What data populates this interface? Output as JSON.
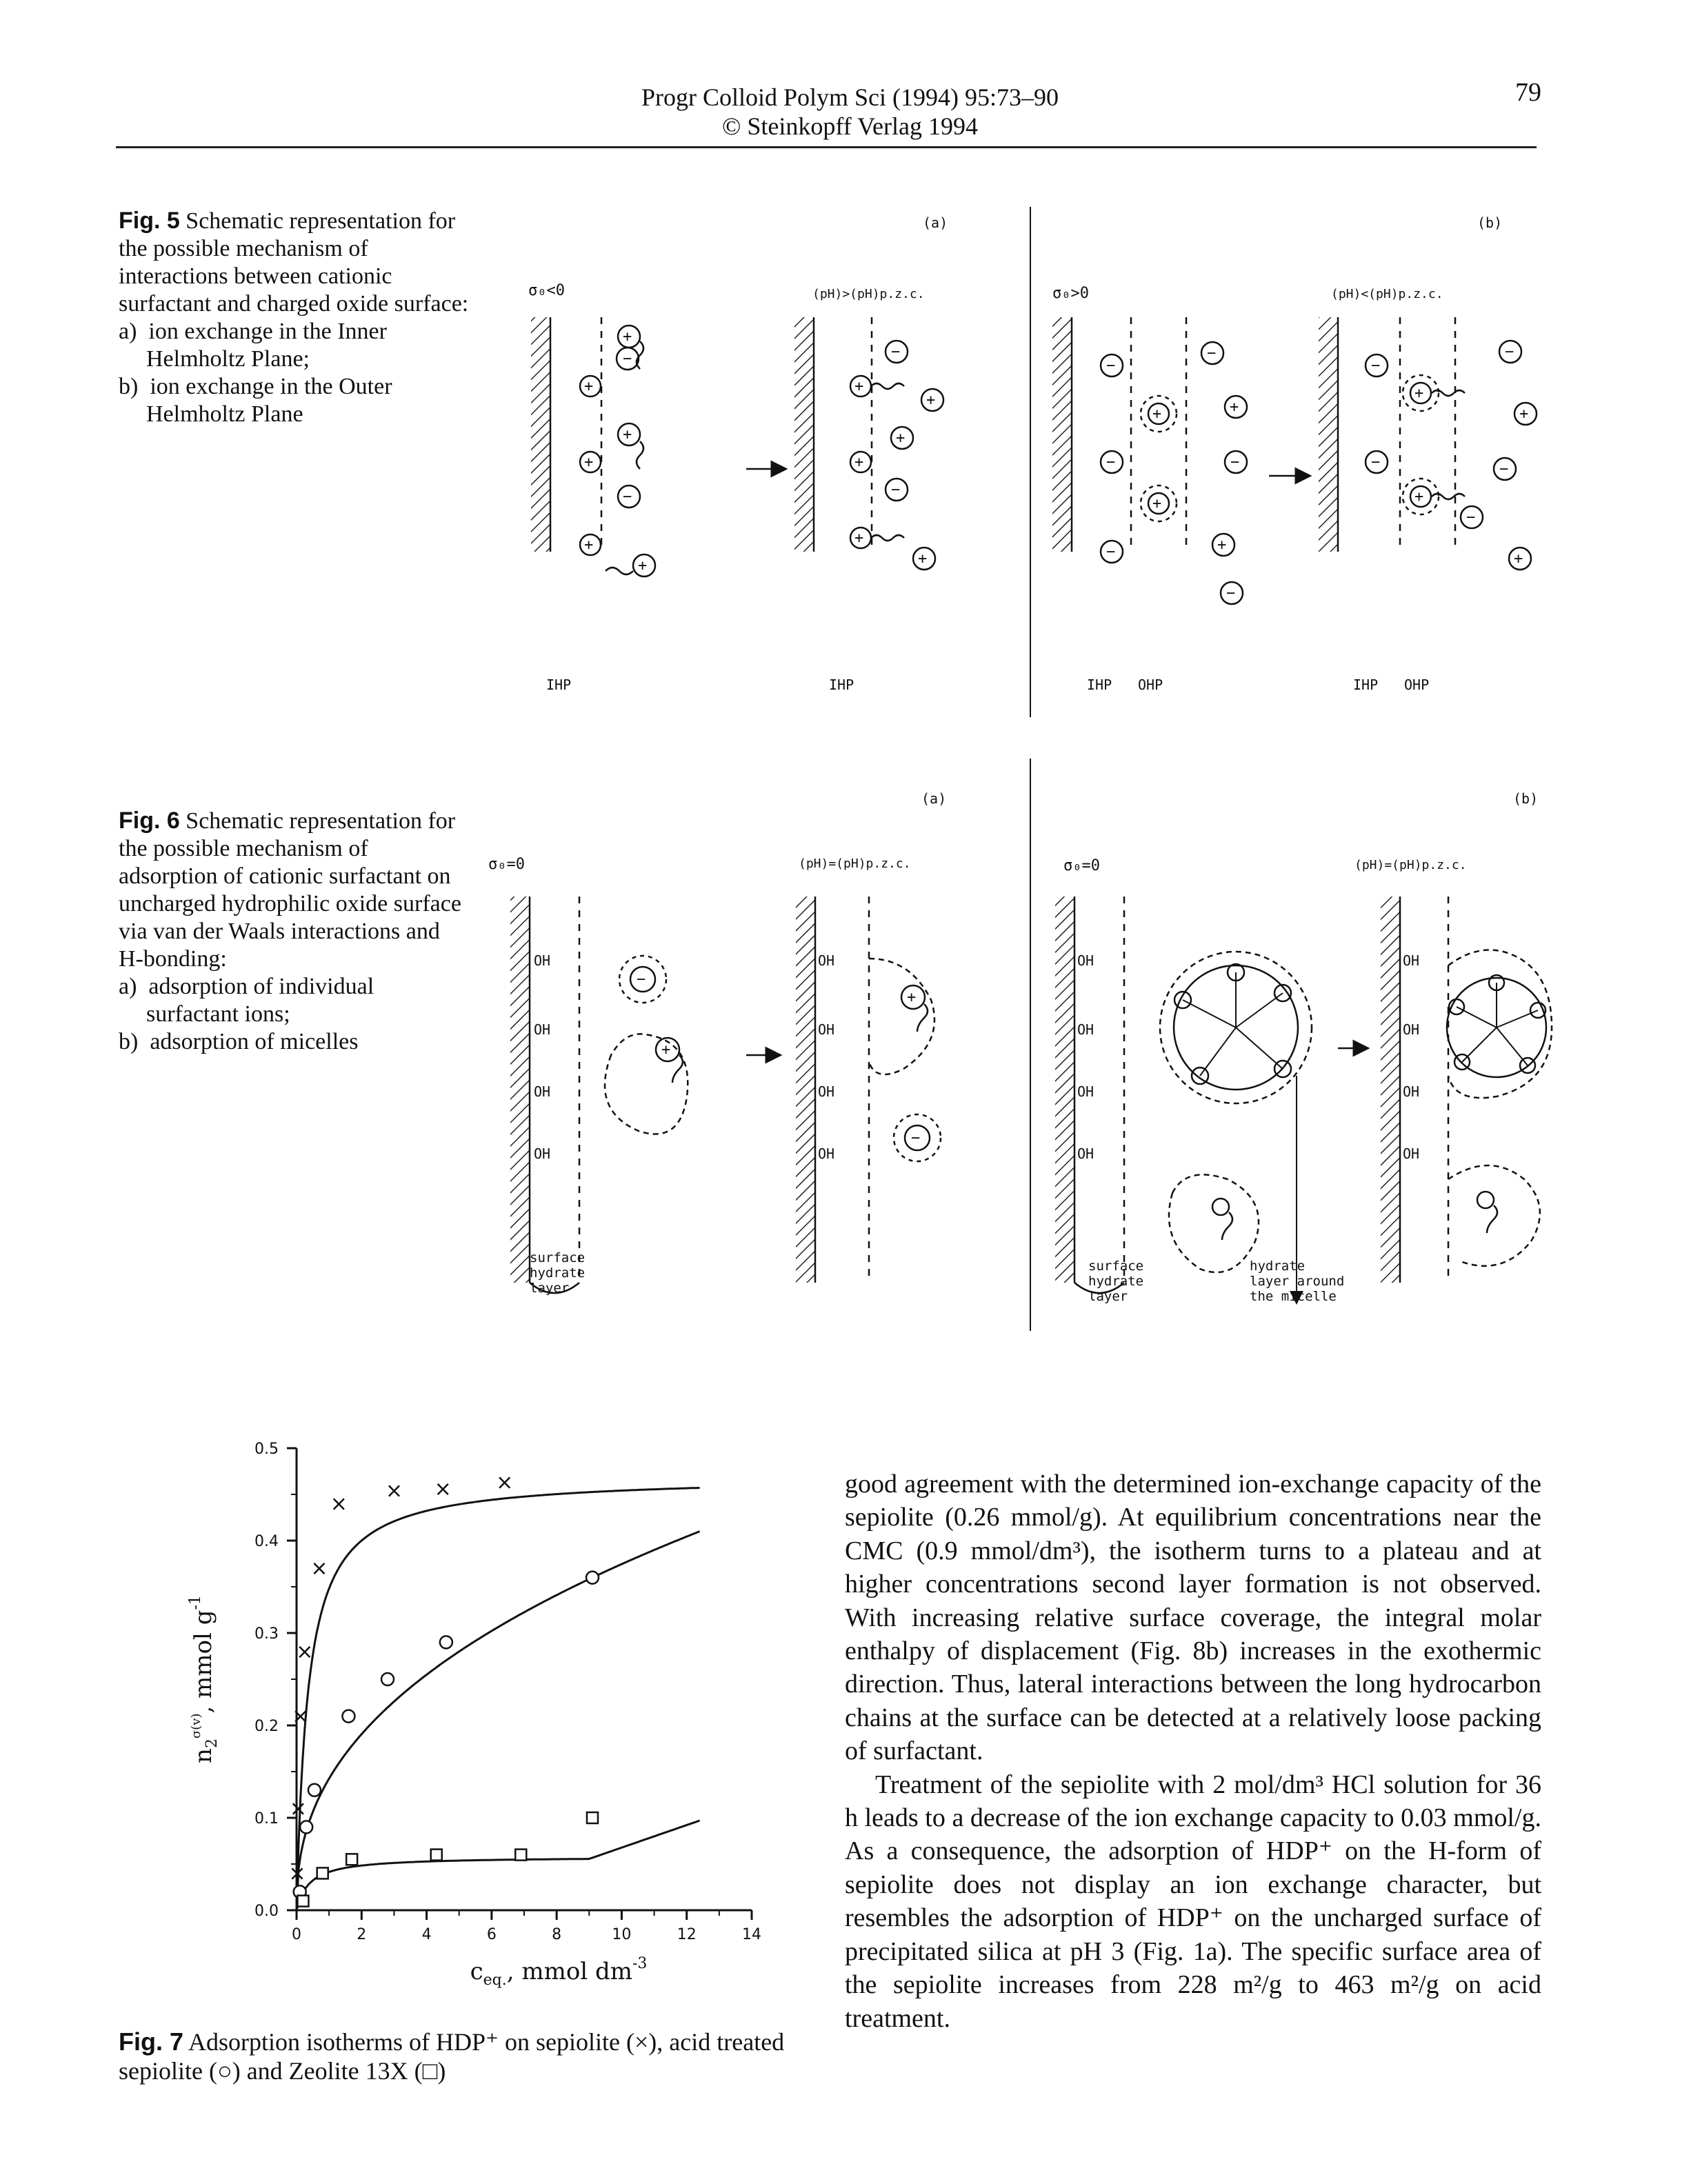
{
  "header": {
    "journal": "Progr Colloid Polym Sci (1994) 95:73–90",
    "copyright": "© Steinkopff Verlag 1994",
    "page_number": "79"
  },
  "fig5": {
    "label": "Fig. 5",
    "caption": "Schematic representation for the possible mechanism of interactions between cationic surfactant and charged oxide surface:",
    "items": [
      "a)  ion exchange in the Inner Helmholtz Plane;",
      "b)  ion exchange in the Outer Helmholtz Plane"
    ],
    "a_label": "(a)",
    "b_label": "(b)",
    "a_sigma": "σ₀<0",
    "a_condition": "(pH)>(pH)p.z.c.",
    "b_sigma": "σ₀>0",
    "b_condition": "(pH)<(pH)p.z.c.",
    "ihp": "IHP",
    "ohp": "OHP"
  },
  "fig6": {
    "label": "Fig. 6",
    "caption": "Schematic representation for the possible mechanism of adsorption of cationic surfactant on uncharged hydrophilic oxide surface via van der Waals interactions and H-bonding:",
    "items": [
      "a)  adsorption of individual surfactant ions;",
      "b)  adsorption of micelles"
    ],
    "a_label": "(a)",
    "b_label": "(b)",
    "sigma": "σ₀=0",
    "condition": "(pH)=(pH)p.z.c.",
    "oh": "OH",
    "surface_layer": [
      "surface",
      "hydrate",
      "layer"
    ],
    "micelle_layer": [
      "hydrate",
      "layer around",
      "the micelle"
    ]
  },
  "fig7": {
    "label": "Fig. 7",
    "caption": "Adsorption isotherms of HDP⁺ on sepiolite (×), acid treated sepiolite (○) and Zeolite 13X (□)"
  },
  "chart_data": {
    "type": "scatter",
    "xlabel": "c_eq., mmol dm^-3",
    "ylabel": "n2^σ(v), mmol g^-1",
    "xlim": [
      0,
      14
    ],
    "ylim": [
      0,
      0.5
    ],
    "x_ticks": [
      "0",
      "2",
      "4",
      "6",
      "8",
      "10",
      "12",
      "14"
    ],
    "y_ticks": [
      "0.0",
      "0.1",
      "0.2",
      "0.3",
      "0.4",
      "0.5"
    ],
    "series": [
      {
        "name": "sepiolite",
        "marker": "x",
        "x": [
          0.02,
          0.05,
          0.12,
          0.25,
          0.7,
          1.3,
          3.0,
          4.5,
          6.4
        ],
        "y": [
          0.04,
          0.11,
          0.21,
          0.28,
          0.37,
          0.44,
          0.454,
          0.456,
          0.463
        ]
      },
      {
        "name": "acid treated sepiolite",
        "marker": "o",
        "x": [
          0.1,
          0.3,
          0.55,
          1.6,
          2.8,
          4.6,
          9.1
        ],
        "y": [
          0.02,
          0.09,
          0.13,
          0.21,
          0.25,
          0.29,
          0.36
        ]
      },
      {
        "name": "Zeolite 13X",
        "marker": "square",
        "x": [
          0.2,
          0.8,
          1.7,
          4.3,
          6.9,
          9.1
        ],
        "y": [
          0.01,
          0.04,
          0.055,
          0.06,
          0.06,
          0.1
        ]
      }
    ]
  },
  "body": {
    "p1": "good agreement with the determined ion-exchange capacity of the sepiolite (0.26 mmol/g). At equilibrium concentrations near the CMC (0.9 mmol/dm³), the isotherm turns to a plateau and at higher concentrations second layer formation is not observed. With increasing relative surface coverage, the integral molar enthalpy of displacement (Fig. 8b) increases in the exothermic direction. Thus, lateral interactions between the long hydrocarbon chains at the surface can be detected at a relatively loose packing of surfactant.",
    "p2": "Treatment of the sepiolite with 2 mol/dm³ HCl solution for 36 h leads to a decrease of the ion exchange capacity to 0.03 mmol/g. As a consequence, the adsorption of HDP⁺ on the H-form of sepiolite does not display an ion exchange character, but resembles the adsorption of HDP⁺ on the uncharged surface of precipitated silica at pH 3 (Fig. 1a). The specific surface area of the sepiolite increases from 228 m²/g to 463 m²/g on acid treatment."
  }
}
